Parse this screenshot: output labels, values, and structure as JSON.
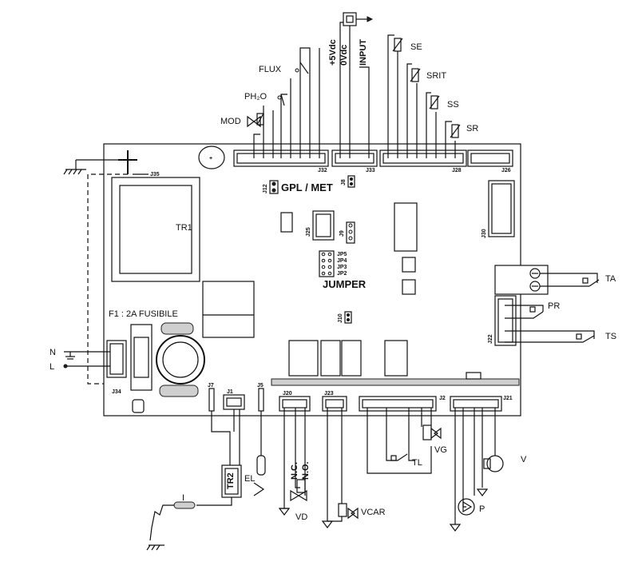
{
  "board_labels": {
    "tr1": "TR1",
    "gpl_met": "GPL / MET",
    "jumper": "JUMPER",
    "fuse": "F1 : 2A FUSIBILE",
    "jp5": "JP5",
    "jp4": "JP4",
    "jp3": "JP3",
    "jp2": "JP2"
  },
  "connectors": {
    "j32": "J32",
    "j33": "J33",
    "j28": "J28",
    "j26": "J26",
    "j35": "J35",
    "j12": "J12",
    "j8": "J8",
    "j25": "J25",
    "j9": "J9",
    "j30": "J30",
    "j10": "J10",
    "j22": "J22",
    "j34": "J34",
    "j7": "J7",
    "j1": "J1",
    "j5": "J5",
    "j20": "J20",
    "j23": "J23",
    "j2": "J2",
    "j21": "J21"
  },
  "components": {
    "flux": "FLUX",
    "ph2o": "PH₂O",
    "mod": "MOD",
    "v5": "+5Vdc",
    "v0": "0Vdc",
    "input": "INPUT",
    "se": "SE",
    "srit": "SRIT",
    "ss": "SS",
    "sr": "SR",
    "ta": "TA",
    "pr": "PR",
    "ts": "TS",
    "n": "N",
    "l": "L",
    "tr2": "TR2",
    "el": "EL",
    "i": "I",
    "nc": "N.C.",
    "no": "N.O.",
    "vd": "VD",
    "vcar": "VCAR",
    "tl": "TL",
    "vg": "VG",
    "p": "P",
    "v": "V"
  }
}
